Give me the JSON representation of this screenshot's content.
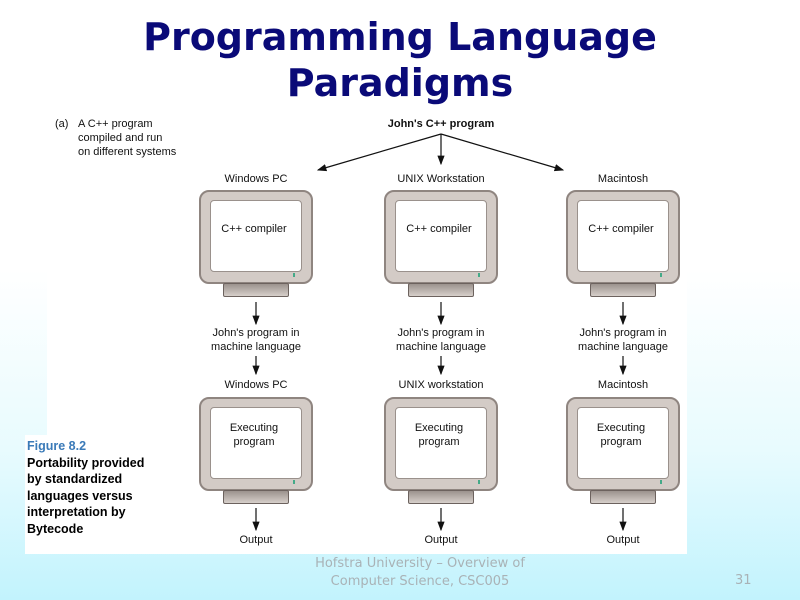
{
  "slide": {
    "title_line1": "Programming Language",
    "title_line2": "Paradigms",
    "footer_line1": "Hofstra University – Overview of",
    "footer_line2": "Computer Science, CSC005",
    "page_number": "31"
  },
  "figure": {
    "part_label": "(a)",
    "part_desc": [
      "A C++ program",
      "compiled and run",
      "on different systems"
    ],
    "source": "John's C++ program",
    "columns": [
      {
        "system": "Windows PC",
        "compile_screen": "C++ compiler",
        "result": [
          "John's program in",
          "machine language"
        ],
        "system2": "Windows PC",
        "exec_screen": [
          "Executing",
          "program"
        ],
        "output": "Output"
      },
      {
        "system": "UNIX Workstation",
        "compile_screen": "C++ compiler",
        "result": [
          "John's program in",
          "machine language"
        ],
        "system2": "UNIX workstation",
        "exec_screen": [
          "Executing",
          "program"
        ],
        "output": "Output"
      },
      {
        "system": "Macintosh",
        "compile_screen": "C++ compiler",
        "result": [
          "John's program in",
          "machine language"
        ],
        "system2": "Macintosh",
        "exec_screen": [
          "Executing",
          "program"
        ],
        "output": "Output"
      }
    ]
  },
  "caption": {
    "figure_label": "Figure 8.2",
    "lines": [
      "Portability provided",
      "by standardized",
      "languages versus",
      "interpretation by",
      "Bytecode"
    ],
    "label_color": "#3a7ab8"
  }
}
